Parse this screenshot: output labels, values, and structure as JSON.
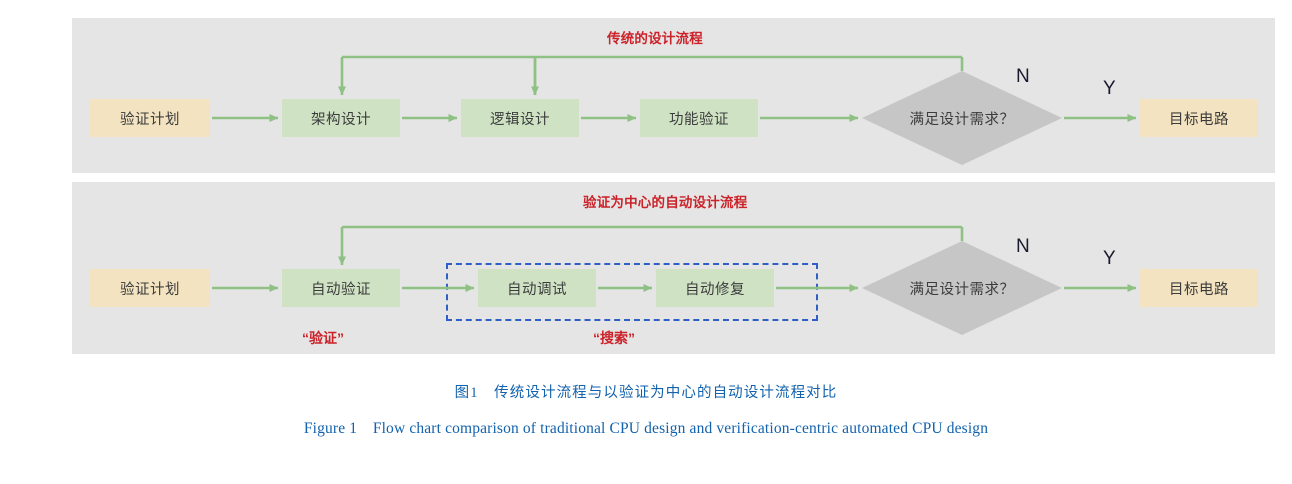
{
  "figure": {
    "caption_cn": "图1　传统设计流程与以验证为中心的自动设计流程对比",
    "caption_en": "Figure 1　Flow chart comparison of traditional CPU design and verification-centric automated CPU design",
    "caption_color": "#1262ad"
  },
  "colors": {
    "panel_background": "#e5e5e5",
    "node_green": "#cfe3c4",
    "node_tan": "#f3e3c0",
    "decision_gray": "#c6c6c6",
    "arrow_green": "#8fc184",
    "label_red": "#cc2229",
    "dashed_blue": "#2f5fc4",
    "page_background": "#ffffff"
  },
  "panels": [
    {
      "id": "traditional",
      "title": "传统的设计流程",
      "nodes": [
        {
          "name": "verification-plan",
          "label": "验证计划",
          "type": "tan"
        },
        {
          "name": "architecture-design",
          "label": "架构设计",
          "type": "green"
        },
        {
          "name": "logic-design",
          "label": "逻辑设计",
          "type": "green"
        },
        {
          "name": "functional-verification",
          "label": "功能验证",
          "type": "green"
        },
        {
          "name": "design-requirement-decision",
          "label": "满足设计需求？",
          "type": "decision"
        },
        {
          "name": "target-circuit",
          "label": "目标电路",
          "type": "tan"
        }
      ],
      "branch_labels": {
        "no": "N",
        "yes": "Y"
      }
    },
    {
      "id": "automated",
      "title": "验证为中心的自动设计流程",
      "nodes": [
        {
          "name": "verification-plan",
          "label": "验证计划",
          "type": "tan"
        },
        {
          "name": "automatic-verification",
          "label": "自动验证",
          "type": "green"
        },
        {
          "name": "automatic-debug",
          "label": "自动调试",
          "type": "green"
        },
        {
          "name": "automatic-repair",
          "label": "自动修复",
          "type": "green"
        },
        {
          "name": "design-requirement-decision",
          "label": "满足设计需求？",
          "type": "decision"
        },
        {
          "name": "target-circuit",
          "label": "目标电路",
          "type": "tan"
        }
      ],
      "branch_labels": {
        "no": "N",
        "yes": "Y"
      },
      "annotations": [
        {
          "name": "verification-annotation",
          "label": "“验证”"
        },
        {
          "name": "search-annotation",
          "label": "“搜索”"
        }
      ],
      "group_box": {
        "name": "search-group-box",
        "style": "dashed-blue"
      }
    }
  ]
}
